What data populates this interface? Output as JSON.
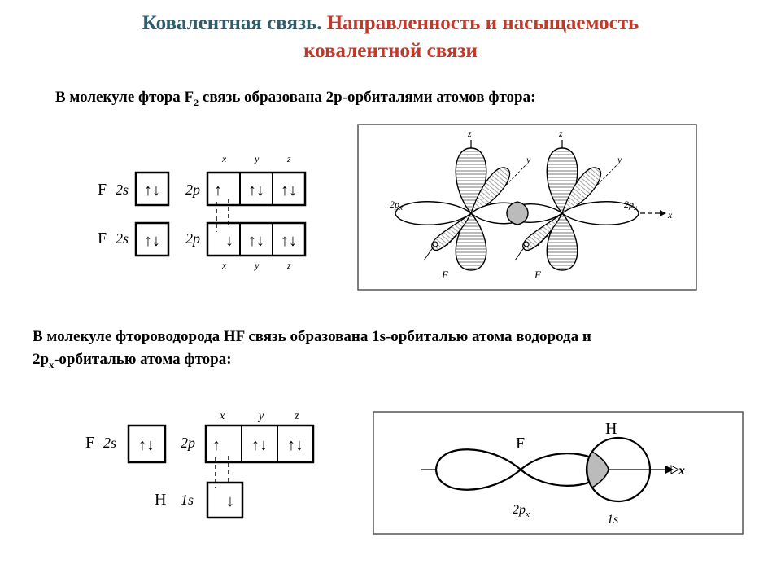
{
  "title": {
    "part1": "Ковалентная связь",
    "sep": ". ",
    "part2": "Направленность и насыщаемость",
    "line2": "ковалентной связи"
  },
  "f2": {
    "text_a": "В молекуле фтора F",
    "sub": "2",
    "text_b": " связь образована 2р-орбиталями атомов фтора:",
    "atom1": "F",
    "atom2": "F",
    "s_label": "2s",
    "p_label": "2p",
    "axes": [
      "x",
      "y",
      "z"
    ],
    "cells_2s": [
      "↑↓",
      "↑↓"
    ],
    "cells_2p_1": [
      "↑",
      "↑↓",
      "↑↓"
    ],
    "cells_2p_2": [
      "↓",
      "↑↓",
      "↑↓"
    ],
    "orb": {
      "z": "z",
      "y": "y",
      "x": "x",
      "px": "2p",
      "px_sub": "x",
      "atom": "F"
    }
  },
  "hf": {
    "text_a": "В молекуле фтороводорода HF связь образована 1s-орбиталью атома водорода и",
    "text_b1": "2p",
    "text_sub": "x",
    "text_b2": "-орбиталью атома фтора:",
    "atomF": "F",
    "atomH": "H",
    "s_label": "2s",
    "p_label": "2p",
    "h_label": "1s",
    "axes": [
      "x",
      "y",
      "z"
    ],
    "cell_2s": "↑↓",
    "cells_2p": [
      "↑",
      "↑↓",
      "↑↓"
    ],
    "cell_1s": "↓",
    "orb": {
      "F": "F",
      "H": "H",
      "x": "x",
      "px": "2p",
      "px_sub": "x",
      "s": "1s"
    }
  }
}
